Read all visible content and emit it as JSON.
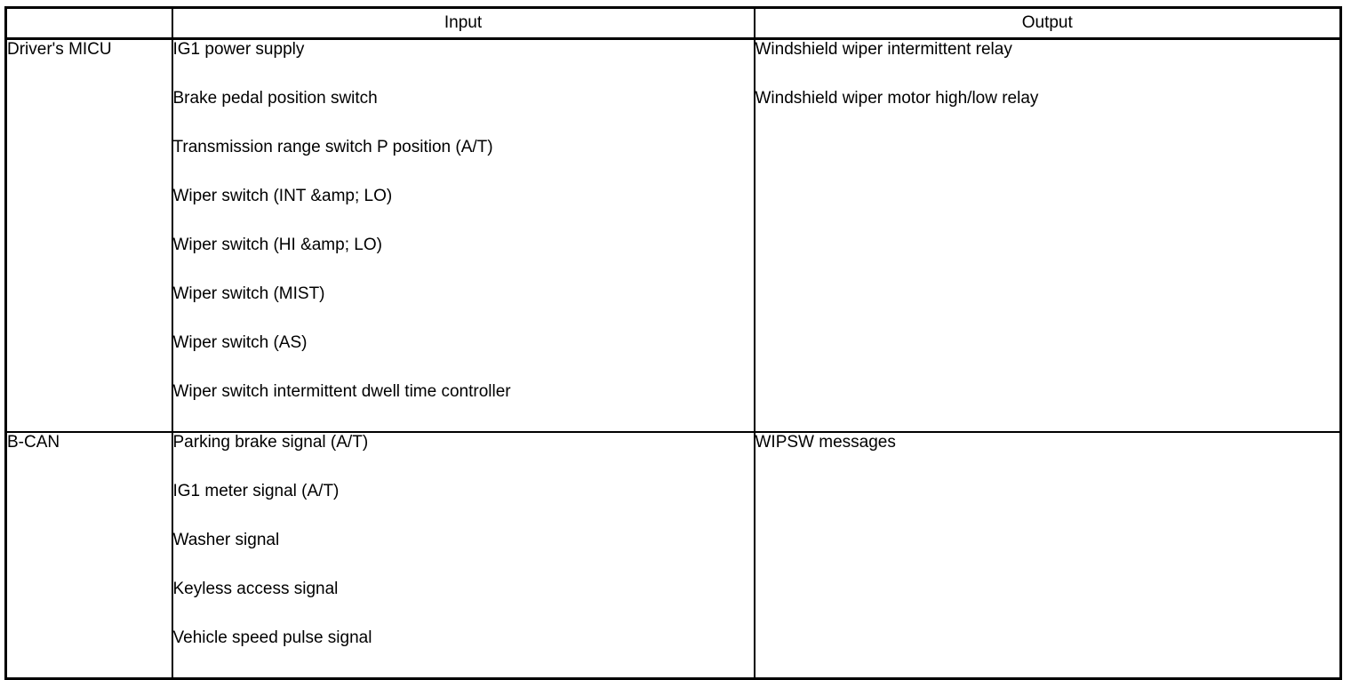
{
  "table": {
    "headers": {
      "source": "",
      "input": "Input",
      "output": "Output"
    },
    "rows": [
      {
        "source": "Driver's MICU",
        "inputs": [
          "IG1 power supply",
          "Brake pedal position switch",
          "Transmission range switch P position (A/T)",
          "Wiper switch (INT &amp; LO)",
          "Wiper switch (HI &amp; LO)",
          "Wiper switch (MIST)",
          "Wiper switch (AS)",
          "Wiper switch intermittent dwell time controller"
        ],
        "outputs": [
          "Windshield wiper intermittent relay",
          "Windshield wiper motor high/low relay"
        ]
      },
      {
        "source": "B-CAN",
        "inputs": [
          "Parking brake signal (A/T)",
          "IG1 meter signal (A/T)",
          "Washer signal",
          "Keyless access signal",
          "Vehicle speed pulse signal"
        ],
        "outputs": [
          "WIPSW messages"
        ]
      }
    ],
    "colors": {
      "border": "#000000",
      "text": "#000000",
      "background": "#ffffff"
    }
  }
}
